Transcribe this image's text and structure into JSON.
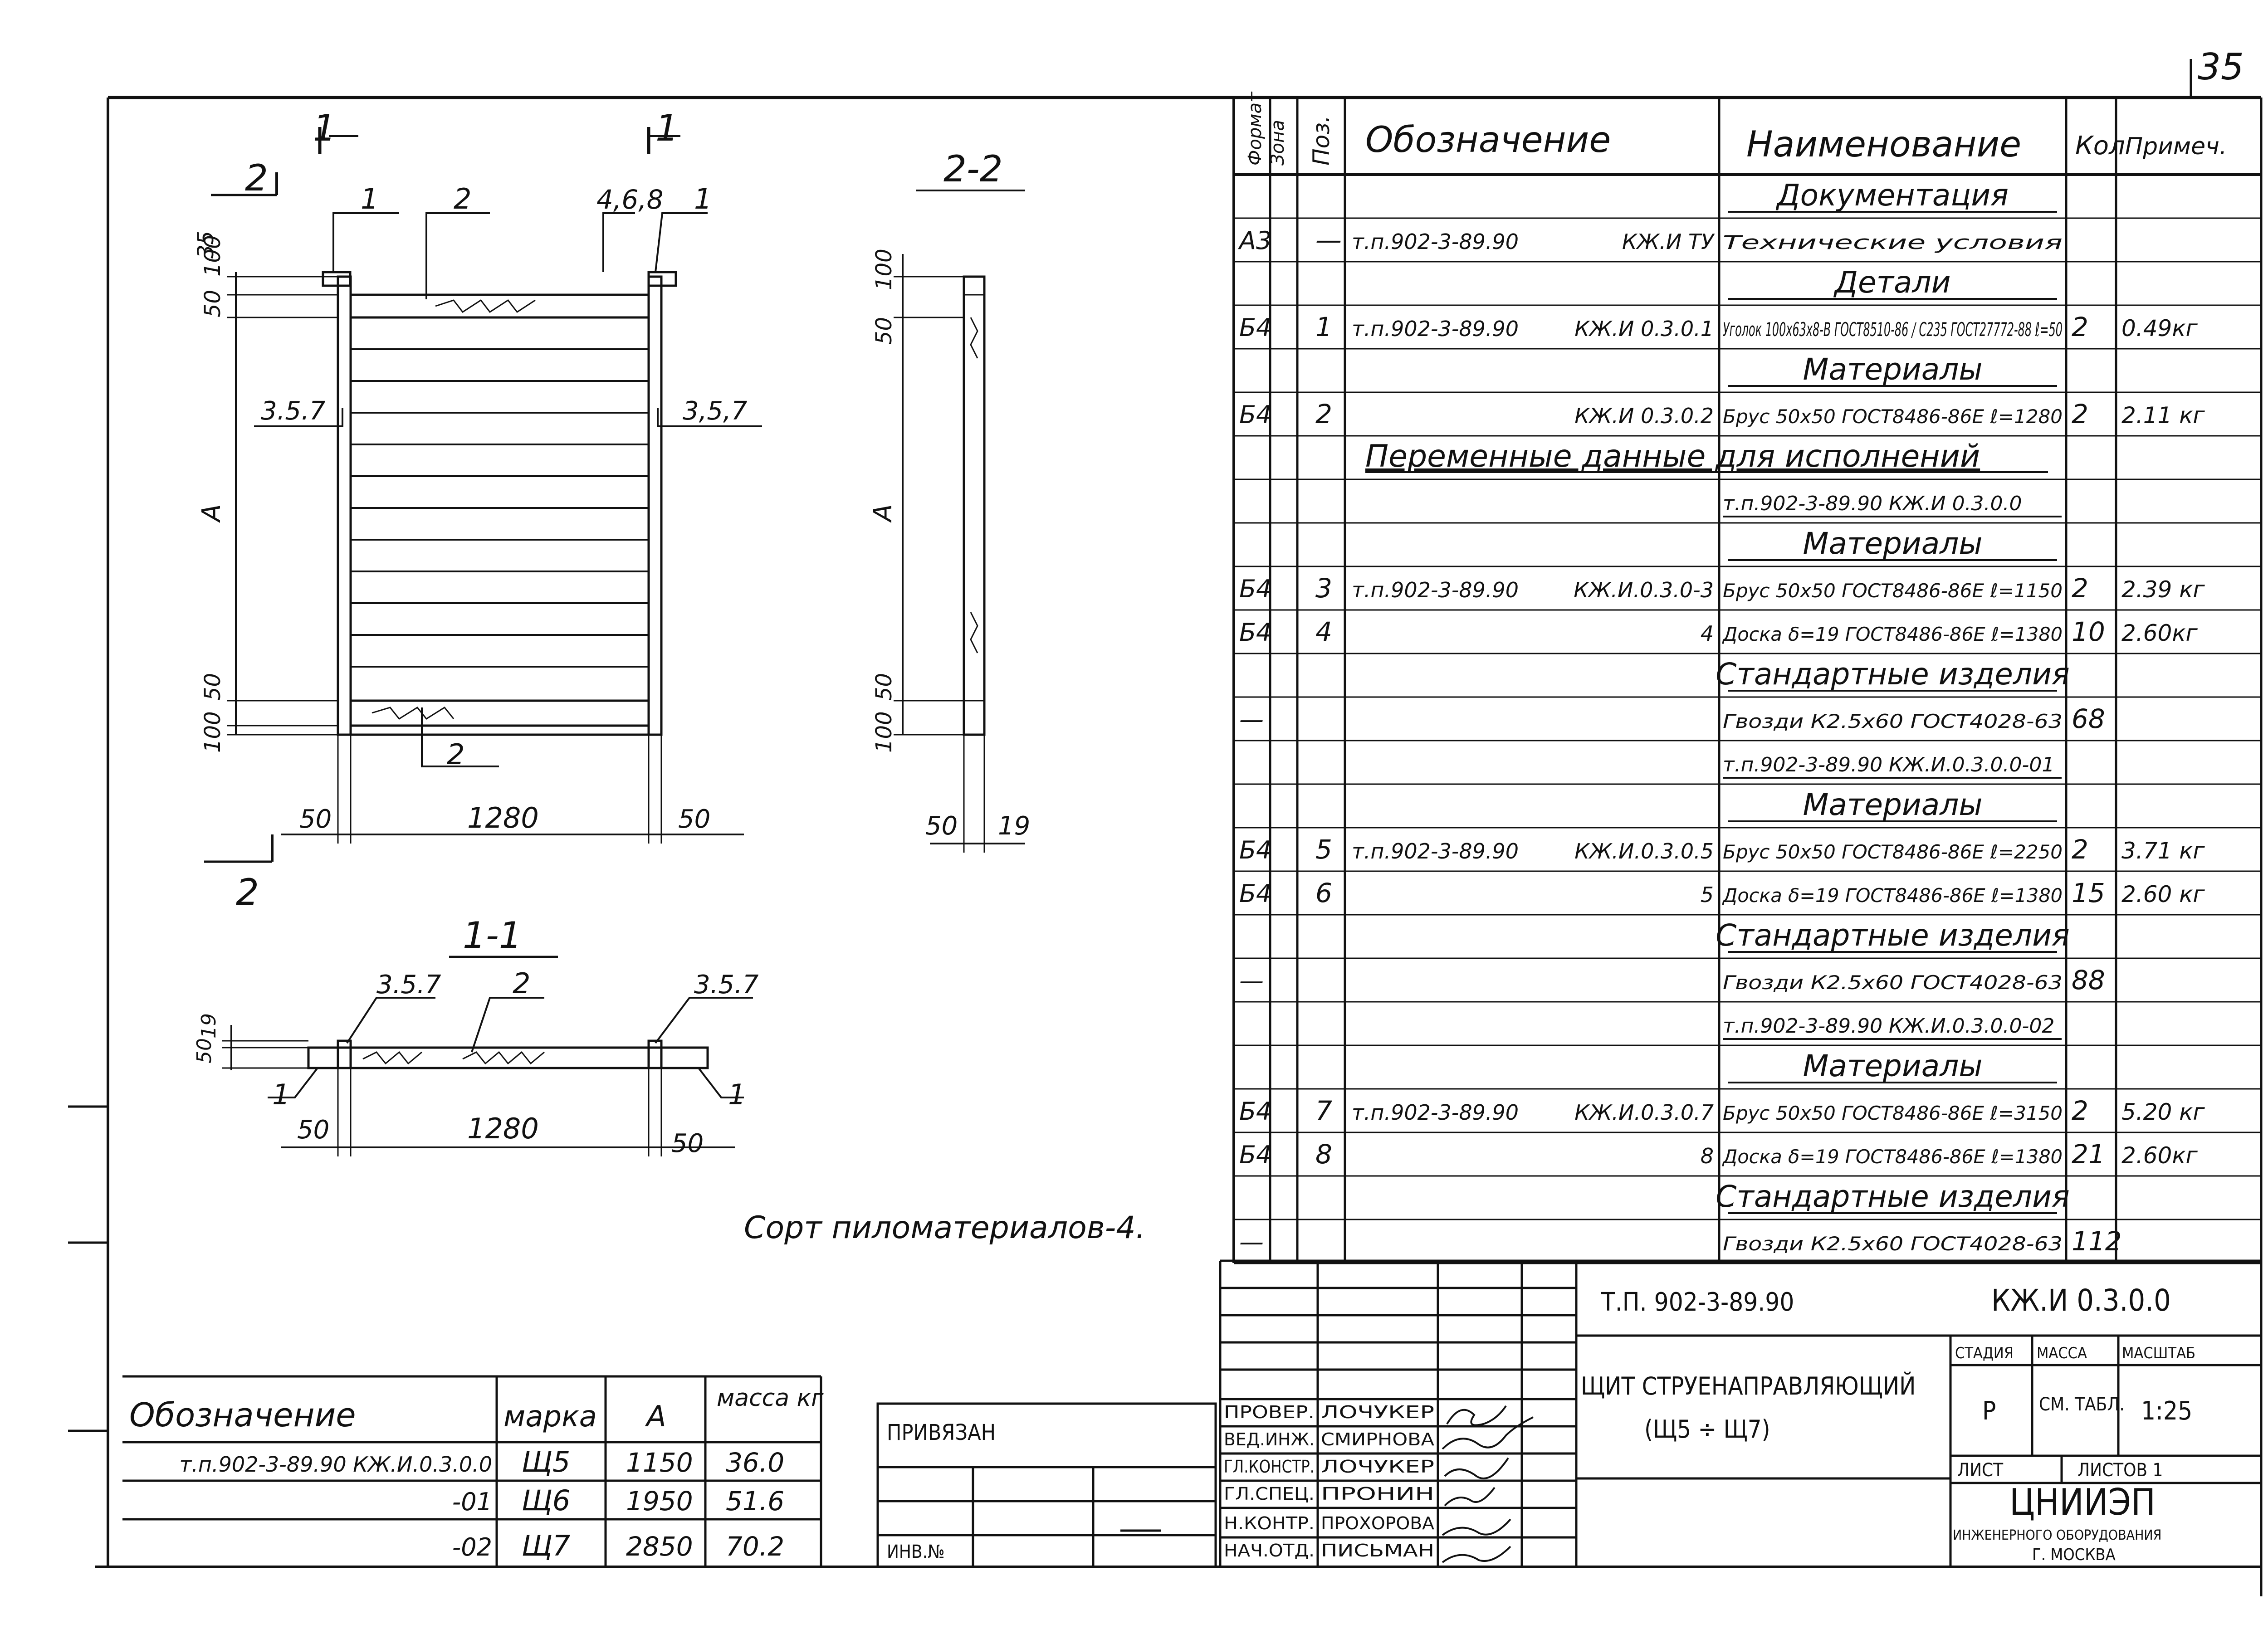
{
  "page_number": "35",
  "drawing": {
    "sec_1_1_marker": "1",
    "sec_2_2_marker": "2",
    "section_2_2_title": "2-2",
    "section_1_1_title": "1-1",
    "pos_labels": {
      "p1": "1",
      "p2": "2",
      "p468": "4,6,8",
      "p357": "3.5.7",
      "p357b": "3,5,7",
      "p2b": "2"
    },
    "dims": {
      "d35": "35",
      "d50": "50",
      "d100": "100",
      "dA": "A",
      "d1280": "1280",
      "d19": "19"
    },
    "lumber_grade_note": "Сорт пиломатериалов-4."
  },
  "spec": {
    "headers": {
      "format": "Формат",
      "zone": "Зона",
      "pos": "Поз.",
      "designation": "Обозначение",
      "name": "Наименование",
      "qty": "Кол",
      "note": "Примеч."
    },
    "rows": [
      {
        "fmt": "",
        "zone": "",
        "pos": "",
        "des": "",
        "name": "Документация",
        "qty": "",
        "note": "",
        "heading": true
      },
      {
        "fmt": "А3",
        "zone": "",
        "pos": "—",
        "des": "т.п.902-3-89.90",
        "des2": "КЖ.И ТУ",
        "name": "Технические условия",
        "qty": "",
        "note": ""
      },
      {
        "fmt": "",
        "zone": "",
        "pos": "",
        "des": "",
        "name": "Детали",
        "qty": "",
        "note": "",
        "heading": true
      },
      {
        "fmt": "Б4",
        "zone": "",
        "pos": "1",
        "des": "т.п.902-3-89.90",
        "des2": "КЖ.И 0.3.0.1",
        "name": "Уголок 100х63х8-В ГОСТ8510-86 / С235 ГОСТ27772-88 ℓ=50",
        "qty": "2",
        "note": "0.49кг"
      },
      {
        "fmt": "",
        "zone": "",
        "pos": "",
        "des": "",
        "name": "Материалы",
        "qty": "",
        "note": "",
        "heading": true
      },
      {
        "fmt": "Б4",
        "zone": "",
        "pos": "2",
        "des": "",
        "des2": "КЖ.И 0.3.0.2",
        "name": "Брус 50х50 ГОСТ8486-86Е ℓ=1280",
        "qty": "2",
        "note": "2.11 кг"
      },
      {
        "fmt": "",
        "zone": "",
        "pos": "",
        "des": "",
        "name": "",
        "qty": "",
        "note": "",
        "span": "Переменные данные для исполнений"
      },
      {
        "fmt": "",
        "zone": "",
        "pos": "",
        "des": "",
        "name": "т.п.902-3-89.90 КЖ.И 0.3.0.0",
        "qty": "",
        "note": "",
        "underline": true
      },
      {
        "fmt": "",
        "zone": "",
        "pos": "",
        "des": "",
        "name": "Материалы",
        "qty": "",
        "note": "",
        "heading": true
      },
      {
        "fmt": "Б4",
        "zone": "",
        "pos": "3",
        "des": "т.п.902-3-89.90",
        "des2": "КЖ.И.0.3.0-3",
        "name": "Брус 50х50 ГОСТ8486-86Е ℓ=1150",
        "qty": "2",
        "note": "2.39 кг"
      },
      {
        "fmt": "Б4",
        "zone": "",
        "pos": "4",
        "des": "",
        "des2": "4",
        "name": "Доска δ=19 ГОСТ8486-86Е ℓ=1380",
        "qty": "10",
        "note": "2.60кг"
      },
      {
        "fmt": "",
        "zone": "",
        "pos": "",
        "des": "",
        "name": "Стандартные изделия",
        "qty": "",
        "note": "",
        "heading": true
      },
      {
        "fmt": "—",
        "zone": "",
        "pos": "",
        "des": "",
        "name": "Гвозди К2.5х60 ГОСТ4028-63",
        "qty": "68",
        "note": ""
      },
      {
        "fmt": "",
        "zone": "",
        "pos": "",
        "des": "",
        "name": "т.п.902-3-89.90 КЖ.И.0.3.0.0-01",
        "qty": "",
        "note": "",
        "underline": true
      },
      {
        "fmt": "",
        "zone": "",
        "pos": "",
        "des": "",
        "name": "Материалы",
        "qty": "",
        "note": "",
        "heading": true
      },
      {
        "fmt": "Б4",
        "zone": "",
        "pos": "5",
        "des": "т.п.902-3-89.90",
        "des2": "КЖ.И.0.3.0.5",
        "name": "Брус 50х50 ГОСТ8486-86Е ℓ=2250",
        "qty": "2",
        "note": "3.71 кг"
      },
      {
        "fmt": "Б4",
        "zone": "",
        "pos": "6",
        "des": "",
        "des2": "5",
        "name": "Доска δ=19 ГОСТ8486-86Е ℓ=1380",
        "qty": "15",
        "note": "2.60 кг"
      },
      {
        "fmt": "",
        "zone": "",
        "pos": "",
        "des": "",
        "name": "Стандартные изделия",
        "qty": "",
        "note": "",
        "heading": true
      },
      {
        "fmt": "—",
        "zone": "",
        "pos": "",
        "des": "",
        "name": "Гвозди К2.5х60 ГОСТ4028-63",
        "qty": "88",
        "note": ""
      },
      {
        "fmt": "",
        "zone": "",
        "pos": "",
        "des": "",
        "name": "т.п.902-3-89.90 КЖ.И.0.3.0.0-02",
        "qty": "",
        "note": "",
        "underline": true
      },
      {
        "fmt": "",
        "zone": "",
        "pos": "",
        "des": "",
        "name": "Материалы",
        "qty": "",
        "note": "",
        "heading": true
      },
      {
        "fmt": "Б4",
        "zone": "",
        "pos": "7",
        "des": "т.п.902-3-89.90",
        "des2": "КЖ.И.0.3.0.7",
        "name": "Брус 50х50 ГОСТ8486-86Е ℓ=3150",
        "qty": "2",
        "note": "5.20 кг"
      },
      {
        "fmt": "Б4",
        "zone": "",
        "pos": "8",
        "des": "",
        "des2": "8",
        "name": "Доска δ=19 ГОСТ8486-86Е ℓ=1380",
        "qty": "21",
        "note": "2.60кг"
      },
      {
        "fmt": "",
        "zone": "",
        "pos": "",
        "des": "",
        "name": "Стандартные изделия",
        "qty": "",
        "note": "",
        "heading": true
      },
      {
        "fmt": "—",
        "zone": "",
        "pos": "",
        "des": "",
        "name": "Гвозди К2.5х60 ГОСТ4028-63",
        "qty": "112",
        "note": ""
      }
    ]
  },
  "variants": {
    "headers": {
      "designation": "Обозначение",
      "mark": "марка",
      "a": "A",
      "mass": "масса кг"
    },
    "rows": [
      {
        "designation": "т.п.902-3-89.90 КЖ.И.0.3.0.0",
        "mark": "Щ5",
        "a": "1150",
        "mass": "36.0"
      },
      {
        "designation": "-01",
        "mark": "Щ6",
        "a": "1950",
        "mass": "51.6"
      },
      {
        "designation": "-02",
        "mark": "Щ7",
        "a": "2850",
        "mass": "70.2"
      }
    ]
  },
  "binding": {
    "privyazan": "ПРИВЯЗАН",
    "inv": "ИНВ.№"
  },
  "title_block": {
    "project_code": "Т.П. 902-3-89.90",
    "drawing_code": "КЖ.И 0.3.0.0",
    "title_line1": "ЩИТ СТРУЕНАПРАВЛЯЮЩИЙ",
    "title_line2": "(Щ5 ÷ Щ7)",
    "stage_label": "СТАДИЯ",
    "mass_label": "МАССА",
    "scale_label": "МАСШТАБ",
    "stage": "Р",
    "mass": "СМ. ТАБЛ.",
    "scale": "1:25",
    "sheet_label": "ЛИСТ",
    "sheets_label": "ЛИСТОВ 1",
    "org_name": "ЦНИИЭП",
    "org_sub": "ИНЖЕНЕРНОГО ОБОРУДОВАНИЯ",
    "org_city": "Г. МОСКВА",
    "roles": [
      {
        "role": "ПРОВЕР.",
        "name": "ЛОЧУКЕР"
      },
      {
        "role": "ВЕД.ИНЖ.",
        "name": "СМИРНОВА"
      },
      {
        "role": "ГЛ.КОНСТР.",
        "name": "ЛОЧУКЕР"
      },
      {
        "role": "ГЛ.СПЕЦ.",
        "name": "ПРОНИН"
      },
      {
        "role": "Н.КОНТР.",
        "name": "ПРОХОРОВА"
      },
      {
        "role": "НАЧ.ОТД.",
        "name": "ПИСЬМАН"
      }
    ]
  }
}
